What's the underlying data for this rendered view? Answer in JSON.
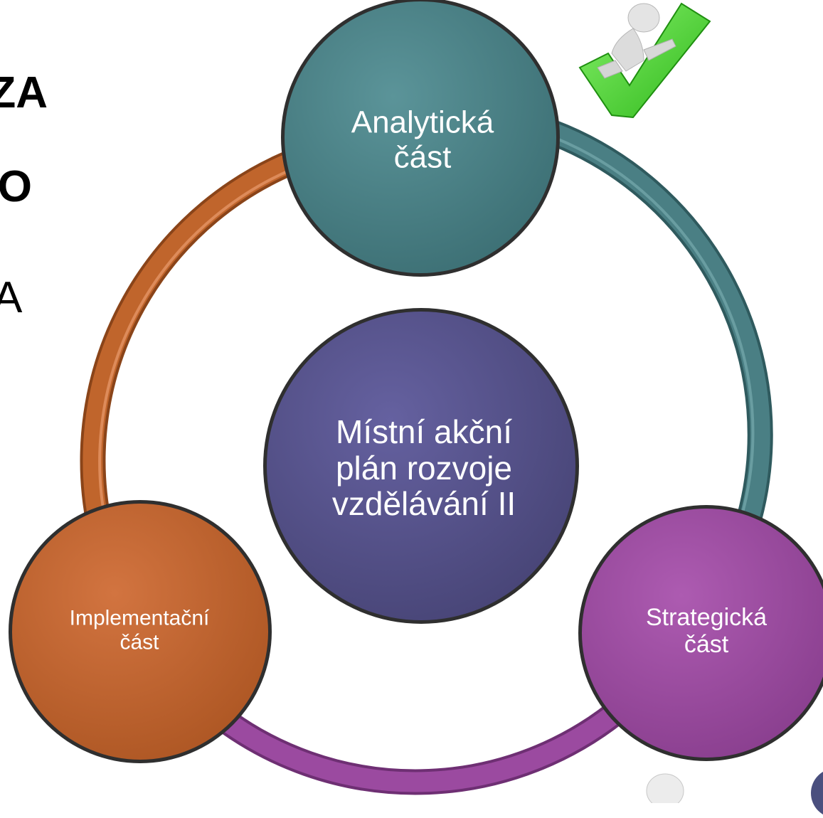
{
  "side_text": [
    "ZA",
    "O",
    "A"
  ],
  "nodes": {
    "analytic": {
      "lines": [
        "Analytická",
        "část"
      ],
      "color": "#4a7f84"
    },
    "center": {
      "lines": [
        "Místní akční",
        "plán rozvoje",
        "vzdělávání II"
      ],
      "color": "#555287"
    },
    "implementation": {
      "lines": [
        "Implementační",
        "část"
      ],
      "color": "#c0652c"
    },
    "strategic": {
      "lines": [
        "Strategická",
        "část"
      ],
      "color": "#9b4aa0"
    }
  },
  "ring_colors": {
    "analytic_to_strategic": "#4a7f84",
    "strategic_to_implementation": "#9b4aa0",
    "implementation_to_analytic": "#c0652c"
  },
  "icons": [
    "person-on-checkmark-icon",
    "person-figure-icon"
  ]
}
